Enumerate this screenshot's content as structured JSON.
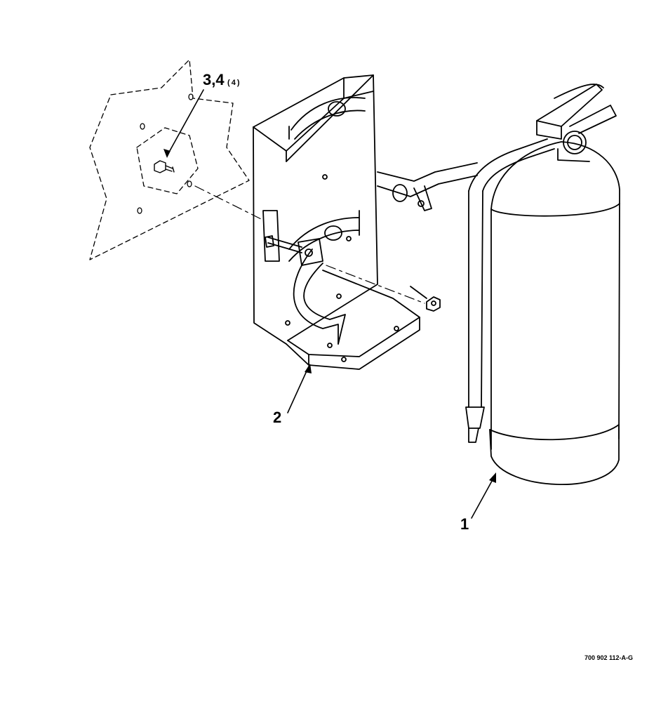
{
  "callouts": {
    "extinguisher": "1",
    "bracket": "2",
    "fasteners": "3,4",
    "fastener_qty": "(4)"
  },
  "figure_id": "700 902 112-A-G",
  "colors": {
    "ink": "#000000",
    "paper": "#ffffff"
  }
}
